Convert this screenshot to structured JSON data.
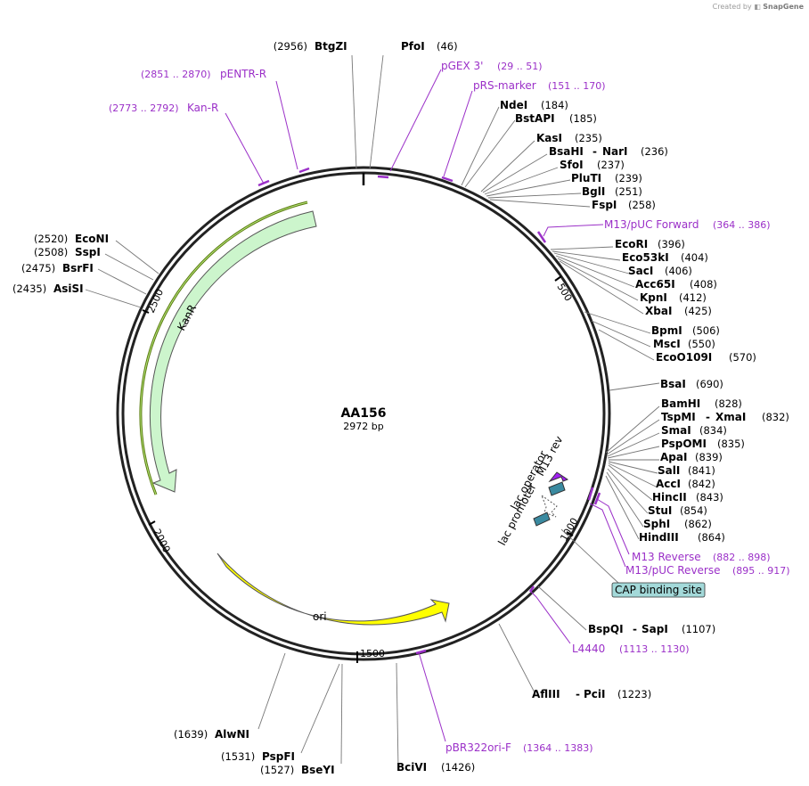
{
  "credit": {
    "prefix": "Created by",
    "brand": "SnapGene"
  },
  "plasmid": {
    "name": "AA156",
    "length": "2972 bp"
  },
  "ticks": [
    "500",
    "1000",
    "1500",
    "2000",
    "2500"
  ],
  "enzymes": [
    {
      "name": "BtgZI",
      "pos": "(2956)"
    },
    {
      "name": "PfoI",
      "pos": "(46)"
    },
    {
      "name": "NdeI",
      "pos": "(184)"
    },
    {
      "name": "BstAPI",
      "pos": "(185)"
    },
    {
      "name": "KasI",
      "pos": "(235)"
    },
    {
      "name": "BsaHI",
      "pos": "(236)",
      "extra": "NarI"
    },
    {
      "name": "SfoI",
      "pos": "(237)"
    },
    {
      "name": "PluTI",
      "pos": "(239)"
    },
    {
      "name": "BglI",
      "pos": "(251)"
    },
    {
      "name": "FspI",
      "pos": "(258)"
    },
    {
      "name": "EcoRI",
      "pos": "(396)"
    },
    {
      "name": "Eco53kI",
      "pos": "(404)"
    },
    {
      "name": "SacI",
      "pos": "(406)"
    },
    {
      "name": "Acc65I",
      "pos": "(408)"
    },
    {
      "name": "KpnI",
      "pos": "(412)"
    },
    {
      "name": "XbaI",
      "pos": "(425)"
    },
    {
      "name": "BpmI",
      "pos": "(506)"
    },
    {
      "name": "MscI",
      "pos": "(550)"
    },
    {
      "name": "EcoO109I",
      "pos": "(570)"
    },
    {
      "name": "BsaI",
      "pos": "(690)"
    },
    {
      "name": "BamHI",
      "pos": "(828)"
    },
    {
      "name": "TspMI",
      "pos": "(832)",
      "extra": "XmaI"
    },
    {
      "name": "SmaI",
      "pos": "(834)"
    },
    {
      "name": "PspOMI",
      "pos": "(835)"
    },
    {
      "name": "ApaI",
      "pos": "(839)"
    },
    {
      "name": "SalI",
      "pos": "(841)"
    },
    {
      "name": "AccI",
      "pos": "(842)"
    },
    {
      "name": "HincII",
      "pos": "(843)"
    },
    {
      "name": "StuI",
      "pos": "(854)"
    },
    {
      "name": "SphI",
      "pos": "(862)"
    },
    {
      "name": "HindIII",
      "pos": "(864)"
    },
    {
      "name": "BspQI",
      "pos": "(1107)",
      "extra": "SapI"
    },
    {
      "name": "AflIII",
      "pos": "(1223)",
      "extra": "PciI"
    },
    {
      "name": "BciVI",
      "pos": "(1426)"
    },
    {
      "name": "BseYI",
      "pos": "(1527)"
    },
    {
      "name": "PspFI",
      "pos": "(1531)"
    },
    {
      "name": "AlwNI",
      "pos": "(1639)"
    },
    {
      "name": "AsiSI",
      "pos": "(2435)"
    },
    {
      "name": "BsrFI",
      "pos": "(2475)"
    },
    {
      "name": "SspI",
      "pos": "(2508)"
    },
    {
      "name": "EcoNI",
      "pos": "(2520)"
    }
  ],
  "primers": [
    {
      "name": "pGEX 3'",
      "pos": "(29 .. 51)"
    },
    {
      "name": "pRS-marker",
      "pos": "(151 .. 170)"
    },
    {
      "name": "M13/pUC Forward",
      "pos": "(364 .. 386)"
    },
    {
      "name": "M13 Reverse",
      "pos": "(882 .. 898)"
    },
    {
      "name": "M13/pUC Reverse",
      "pos": "(895 .. 917)"
    },
    {
      "name": "L4440",
      "pos": "(1113 .. 1130)"
    },
    {
      "name": "pBR322ori-F",
      "pos": "(1364 .. 1383)"
    },
    {
      "name": "pENTR-R",
      "pos": "(2851 .. 2870)"
    },
    {
      "name": "Kan-R",
      "pos": "(2773 .. 2792)"
    }
  ],
  "features": {
    "kanr": "KanR",
    "ori": "ori",
    "cap": "CAP binding site",
    "lac_operator": "lac operator",
    "lac_promoter": "lac promoter",
    "m13_rev": "M13 rev"
  },
  "colors": {
    "kanr_fill": "#ccf5cc",
    "kanr_line": "#5a7a10",
    "ori_fill": "#ffff00",
    "cap_fill": "#a3d9d9",
    "lac_operator_fill": "#3a8aa0",
    "m13_rev_fill": "#a020f0",
    "primer": "#9b30c8"
  }
}
